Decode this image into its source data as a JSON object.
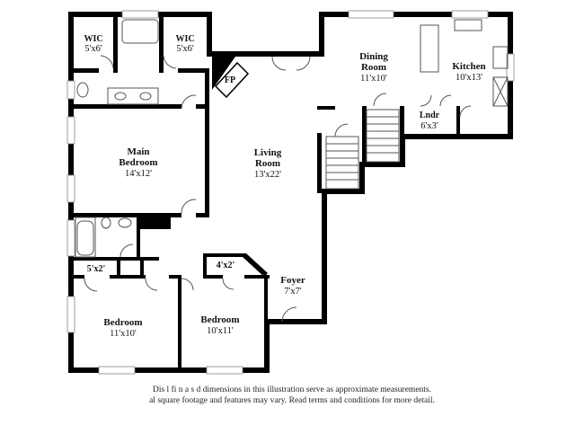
{
  "rooms": {
    "wic_left": {
      "name": "WIC",
      "dims": "5'x6'"
    },
    "wic_right": {
      "name": "WIC",
      "dims": "5'x6'"
    },
    "fireplace": {
      "name": "FP"
    },
    "dining": {
      "name": "Dining",
      "name2": "Room",
      "dims": "11'x10'"
    },
    "kitchen": {
      "name": "Kitchen",
      "dims": "10'x13'"
    },
    "laundry": {
      "name": "Lndr",
      "dims": "6'x3'"
    },
    "main_bedroom": {
      "name": "Main",
      "name2": "Bedroom",
      "dims": "14'x12'"
    },
    "living": {
      "name": "Living",
      "name2": "Room",
      "dims": "13'x22'"
    },
    "closet_5x2": {
      "dims": "5'x2'"
    },
    "closet_4x2": {
      "dims": "4'x2'"
    },
    "foyer": {
      "name": "Foyer",
      "dims": "7'x7'"
    },
    "bedroom_left": {
      "name": "Bedroom",
      "dims": "11'x10'"
    },
    "bedroom_right": {
      "name": "Bedroom",
      "dims": "10'x11'"
    }
  },
  "disclaimer": {
    "line1": "Dis    l  fi   n  a  s  d dimensions in this illustration serve as approximate measurements.",
    "line2": "al square footage and features may vary. Read terms and conditions for more detail."
  }
}
